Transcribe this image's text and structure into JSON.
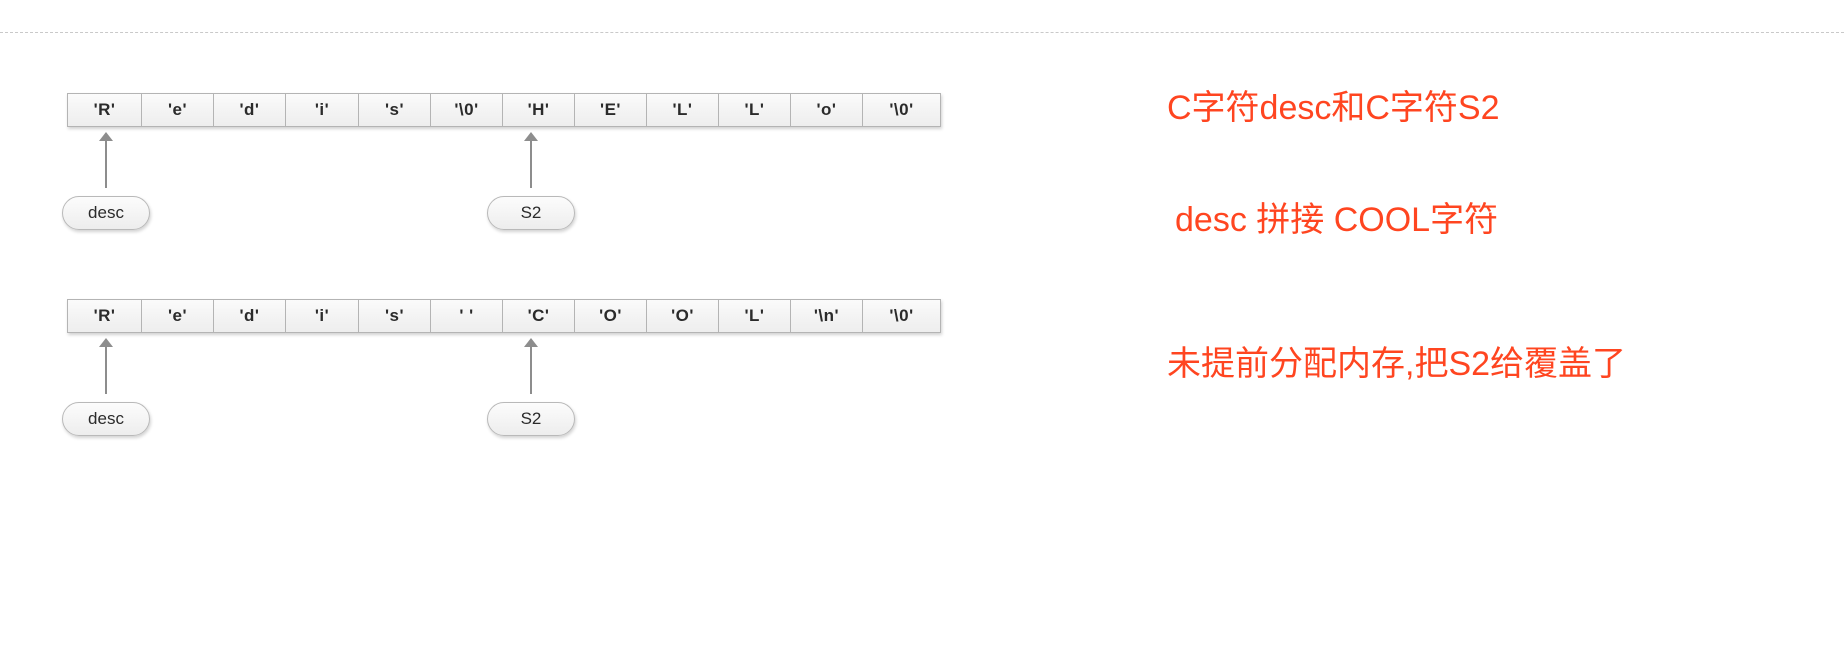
{
  "colors": {
    "annotation": "#ff4520",
    "cell_border": "#b4b4b4",
    "arrow": "#8d8d8d",
    "rule": "#c9c9c9"
  },
  "diagram": {
    "rows": [
      {
        "id": "row-1",
        "cells": [
          "'R'",
          "'e'",
          "'d'",
          "'i'",
          "'s'",
          "'\\0'",
          "'H'",
          "'E'",
          "'L'",
          "'L'",
          "'o'",
          "'\\0'"
        ],
        "pointers": [
          {
            "label": "desc",
            "cell_index": 0
          },
          {
            "label": "S2",
            "cell_index": 6
          }
        ]
      },
      {
        "id": "row-2",
        "cells": [
          "'R'",
          "'e'",
          "'d'",
          "'i'",
          "'s'",
          "' '",
          "'C'",
          "'O'",
          "'O'",
          "'L'",
          "'\\n'",
          "'\\0'"
        ],
        "pointers": [
          {
            "label": "desc",
            "cell_index": 0
          },
          {
            "label": "S2",
            "cell_index": 6
          }
        ]
      }
    ]
  },
  "annotations": [
    {
      "id": "annotation-1",
      "text": "C字符desc和C字符S2"
    },
    {
      "id": "annotation-2",
      "text": "desc 拼接 COOL字符"
    },
    {
      "id": "annotation-3",
      "text": "未提前分配内存,把S2给覆盖了"
    }
  ]
}
